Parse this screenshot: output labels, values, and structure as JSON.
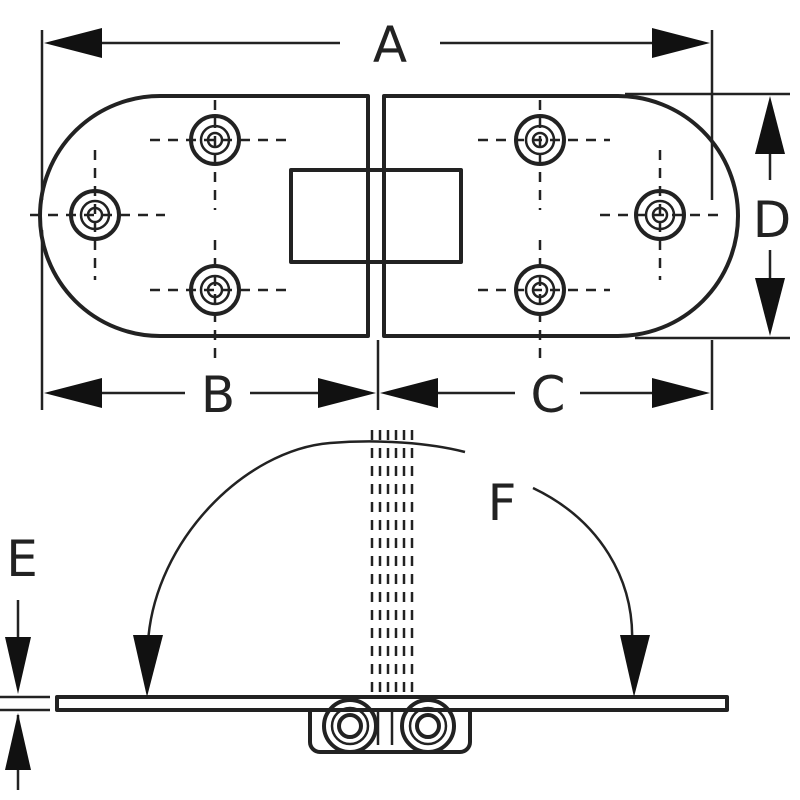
{
  "labels": {
    "A": "A",
    "B": "B",
    "C": "C",
    "D": "D",
    "E": "E",
    "F": "F"
  },
  "colors": {
    "line": "#222222",
    "background": "#ffffff"
  }
}
